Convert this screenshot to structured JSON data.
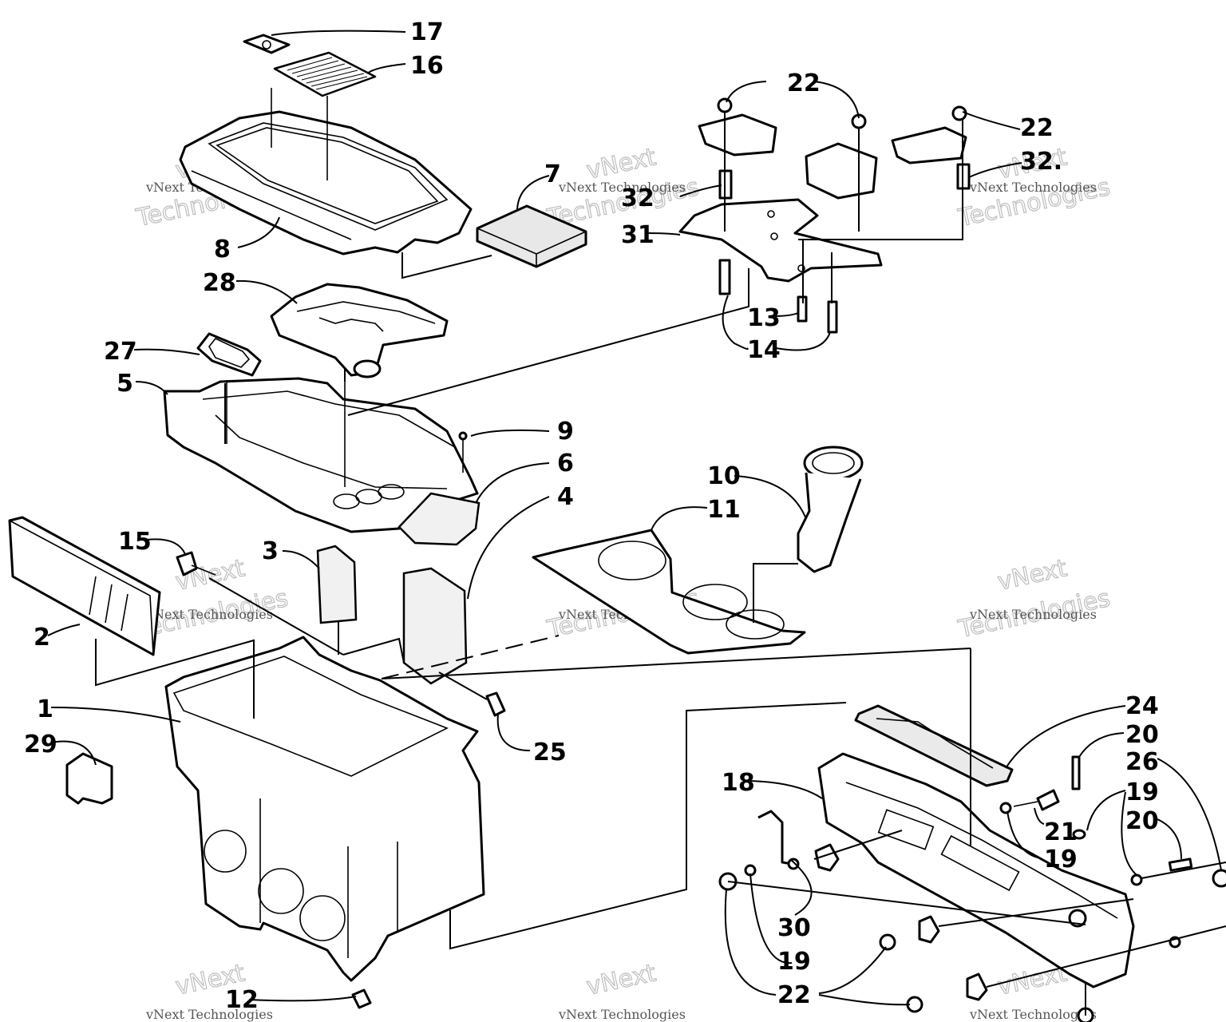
{
  "watermark": {
    "line1": "vNext Technologies",
    "line2": "vNext",
    "line3": "Technologies"
  },
  "callouts": {
    "c1": "1",
    "c2": "2",
    "c3": "3",
    "c4": "4",
    "c5": "5",
    "c6": "6",
    "c7": "7",
    "c8": "8",
    "c9": "9",
    "c10": "10",
    "c11": "11",
    "c12": "12",
    "c13": "13",
    "c14": "14",
    "c15": "15",
    "c16": "16",
    "c17": "17",
    "c18": "18",
    "c19a": "19",
    "c19b": "19",
    "c19c": "19",
    "c20a": "20",
    "c20b": "20",
    "c21": "21",
    "c22a": "22",
    "c22b": "22",
    "c22c": "22",
    "c24": "24",
    "c25": "25",
    "c26": "26",
    "c27": "27",
    "c28": "28",
    "c29": "29",
    "c30": "30",
    "c31": "31",
    "c32a": "32",
    "c32b": "32."
  }
}
